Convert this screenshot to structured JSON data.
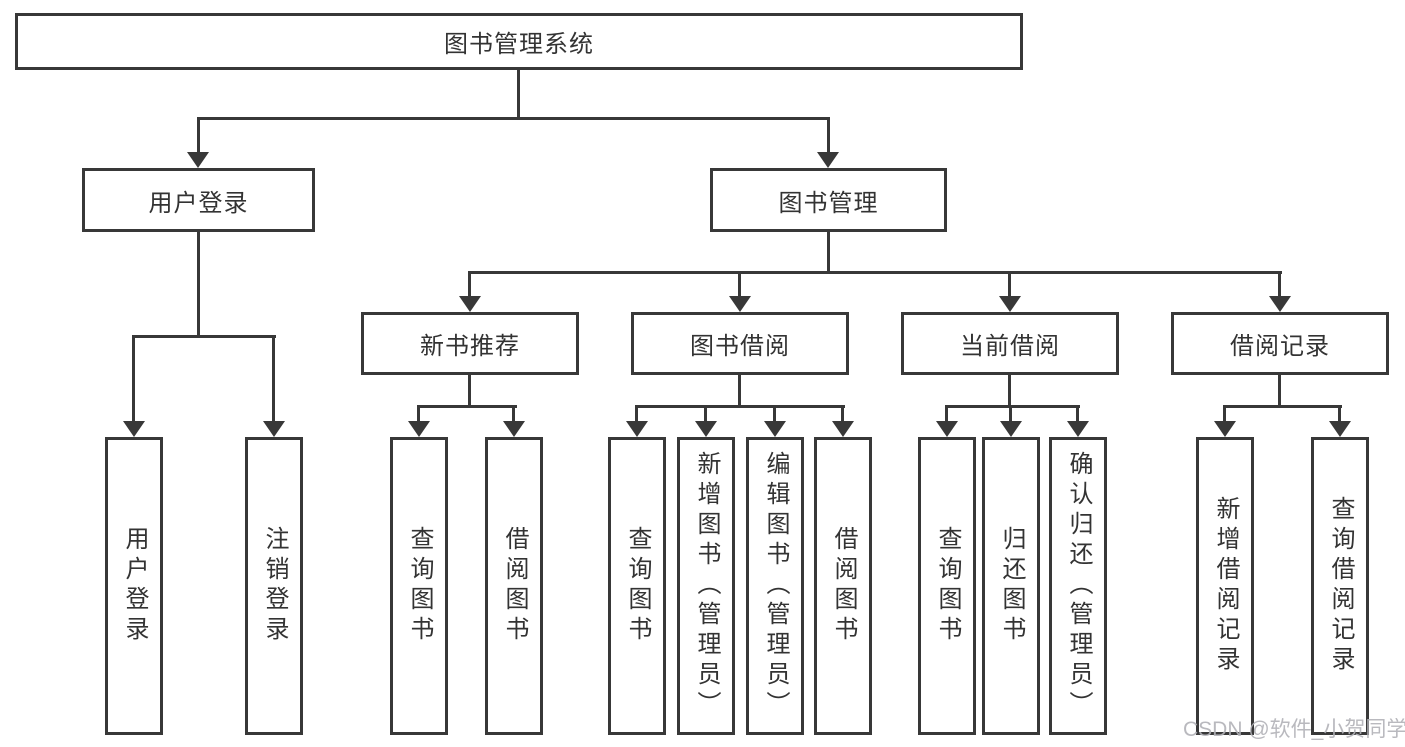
{
  "colors": {
    "line": "#383838",
    "box_border": "#383838",
    "box_bg": "#ffffff",
    "text": "#333333",
    "watermark": "#b2b2b8"
  },
  "title": {
    "label": "图书管理系统"
  },
  "level2": {
    "user_login": {
      "label": "用户登录"
    },
    "book_management": {
      "label": "图书管理"
    }
  },
  "level3": {
    "new_books": {
      "label": "新书推荐"
    },
    "book_borrow": {
      "label": "图书借阅"
    },
    "current_borrow": {
      "label": "当前借阅"
    },
    "borrow_records": {
      "label": "借阅记录"
    }
  },
  "leaves": {
    "user_login_1": {
      "label": "用户登录"
    },
    "user_login_2": {
      "label": "注销登录"
    },
    "new_books_1": {
      "label": "查询图书"
    },
    "new_books_2": {
      "label": "借阅图书"
    },
    "book_borrow_1": {
      "label": "查询图书"
    },
    "book_borrow_2": {
      "label": "新增图书（管理员）"
    },
    "book_borrow_3": {
      "label": "编辑图书（管理员）"
    },
    "book_borrow_4": {
      "label": "借阅图书"
    },
    "current_borrow_1": {
      "label": "查询图书"
    },
    "current_borrow_2": {
      "label": "归还图书"
    },
    "current_borrow_3": {
      "label": "确认归还（管理员）"
    },
    "borrow_records_1": {
      "label": "新增借阅记录"
    },
    "borrow_records_2": {
      "label": "查询借阅记录"
    }
  },
  "watermark": {
    "text": "CSDN @软件_小贺同学"
  }
}
